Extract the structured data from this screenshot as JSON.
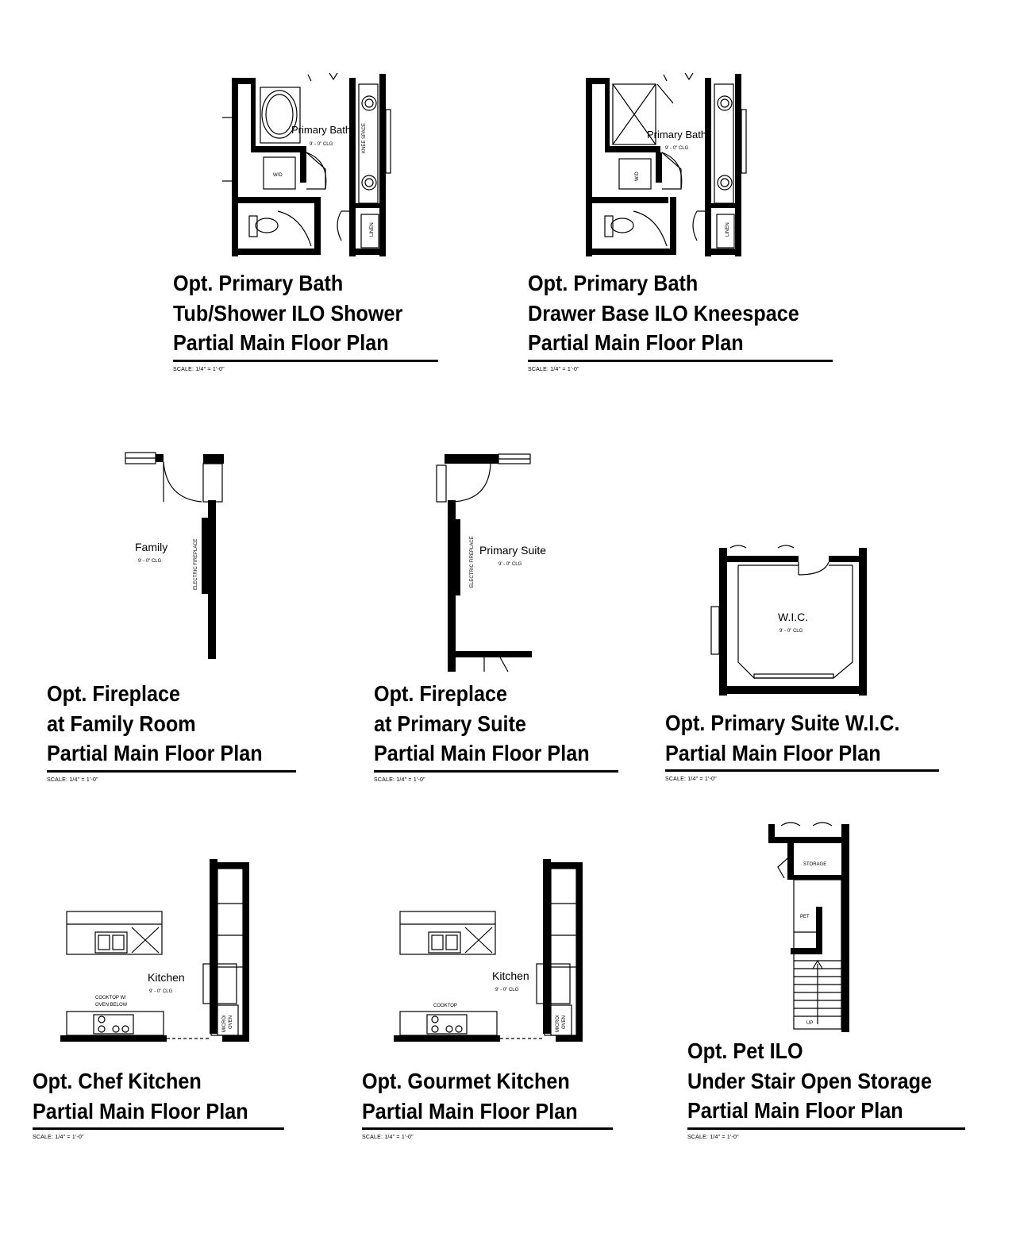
{
  "plans": [
    {
      "id": "bath1",
      "title_lines": [
        "Opt. Primary Bath",
        "Tub/Shower ILO Shower",
        "Partial Main Floor Plan"
      ],
      "scale": "SCALE: 1/4\" = 1'-0\"",
      "room_label": "Primary Bath",
      "ceiling": "9' - 0\" CLG",
      "labels": {
        "wd": "W/D",
        "knee": "KNEE SPACE",
        "linen": "LINEN"
      }
    },
    {
      "id": "bath2",
      "title_lines": [
        "Opt. Primary Bath",
        "Drawer Base ILO Kneespace",
        "Partial Main Floor Plan"
      ],
      "scale": "SCALE: 1/4\" = 1'-0\"",
      "room_label": "Primary Bath",
      "ceiling": "9' - 0\" CLG",
      "labels": {
        "wd": "W/D",
        "linen": "LINEN"
      }
    },
    {
      "id": "fire1",
      "title_lines": [
        "Opt. Fireplace",
        "at Family Room",
        "Partial Main Floor Plan"
      ],
      "scale": "SCALE: 1/4\" = 1'-0\"",
      "room_label": "Family",
      "ceiling": "9' - 0\" CLG",
      "labels": {
        "fireplace": "ELECTRIC FIREPLACE"
      }
    },
    {
      "id": "fire2",
      "title_lines": [
        "Opt. Fireplace",
        "at  Primary Suite",
        "Partial Main Floor Plan"
      ],
      "scale": "SCALE: 1/4\" = 1'-0\"",
      "room_label": "Primary Suite",
      "ceiling": "9' - 0\" CLG",
      "labels": {
        "fireplace": "ELECTRIC FIREPLACE"
      }
    },
    {
      "id": "wic",
      "title_lines": [
        "Opt. Primary Suite W.I.C.",
        "Partial Main Floor Plan"
      ],
      "scale": "SCALE: 1/4\" = 1'-0\"",
      "room_label": "W.I.C.",
      "ceiling": "9' - 0\" CLG",
      "labels": {}
    },
    {
      "id": "chef",
      "title_lines": [
        "Opt. Chef Kitchen",
        "Partial Main Floor Plan"
      ],
      "scale": "SCALE: 1/4\" = 1'-0\"",
      "room_label": "Kitchen",
      "ceiling": "9' - 0\" CLG",
      "labels": {
        "cooktop_1": "COOKTOP W/",
        "cooktop_2": "OVEN BELOW",
        "micro": "MICRO/",
        "oven": "OVEN"
      }
    },
    {
      "id": "gourmet",
      "title_lines": [
        "Opt. Gourmet Kitchen",
        "Partial Main Floor Plan"
      ],
      "scale": "SCALE: 1/4\" = 1'-0\"",
      "room_label": "Kitchen",
      "ceiling": "9' - 0\" CLG",
      "labels": {
        "cooktop_1": "COOKTOP",
        "micro": "MICRO/",
        "oven": "OVEN"
      }
    },
    {
      "id": "pet",
      "title_lines": [
        "Opt. Pet ILO",
        "Under Stair Open Storage",
        "Partial Main Floor Plan"
      ],
      "scale": "SCALE: 1/4\" = 1'-0\"",
      "room_label": "",
      "ceiling": "",
      "labels": {
        "storage": "STORAGE",
        "pet": "PET",
        "up": "UP"
      }
    }
  ]
}
